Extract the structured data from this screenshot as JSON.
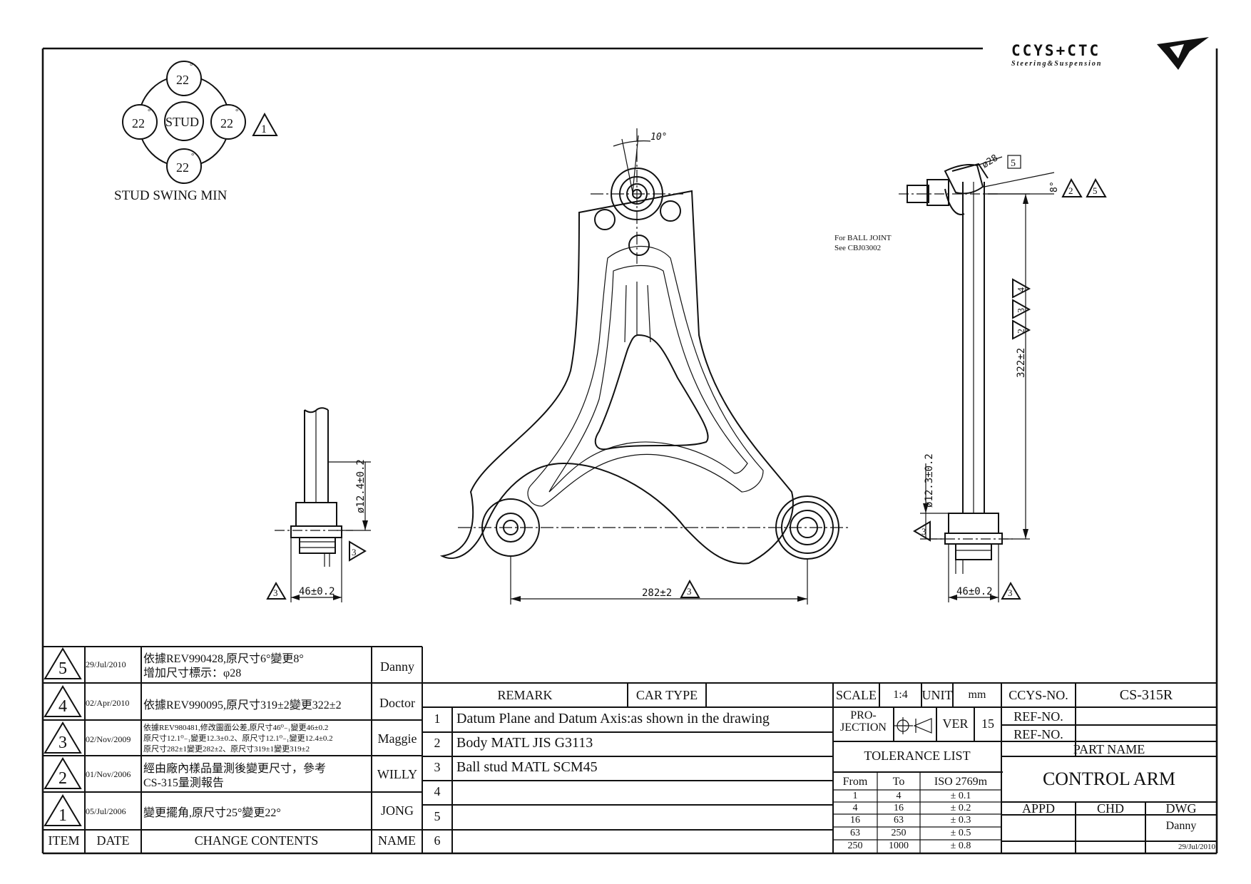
{
  "logo": {
    "brand": "CCYS+CTC",
    "tagline": "Steering&Suspension"
  },
  "swing": {
    "top": "22",
    "left": "22",
    "right": "22",
    "bottom": "22",
    "deg": "°",
    "center": "STUD",
    "title": "STUD SWING MIN",
    "rev_mark": "1"
  },
  "dims": {
    "angle": "10°",
    "left_dia": "ø12.4±0.2",
    "left_width": "46±0.2",
    "center_width": "282±2",
    "right_dia": "ø12.3±0.2",
    "right_width": "46±0.2",
    "ball_dia": "ø28",
    "ball_dia_rev": "5",
    "ball_angle": "8°",
    "ball_angle_rev1": "2",
    "ball_angle_rev2": "5",
    "height": "322±2",
    "height_rev1": "2",
    "height_rev2": "3",
    "height_rev3": "4",
    "rev3": "3"
  },
  "ball_joint_note": {
    "line1": "For BALL JOINT",
    "line2": "See CBJ03002"
  },
  "revisions": {
    "headers": {
      "item": "ITEM",
      "date": "DATE",
      "contents": "CHANGE CONTENTS",
      "name": "NAME"
    },
    "rows": [
      {
        "item": "5",
        "date": "29/Jul/2010",
        "line1": "依據REV990428,原尺寸6°變更8°",
        "line2": "增加尺寸標示：φ28",
        "line3": "",
        "name": "Danny"
      },
      {
        "item": "4",
        "date": "02/Apr/2010",
        "line1": "依據REV990095,原尺寸319±2變更322±2",
        "line2": "",
        "line3": "",
        "name": "Doctor"
      },
      {
        "item": "3",
        "date": "02/Nov/2009",
        "line1": "依據REV980481,修改圖面公差,原尺寸46⁰₋₁變更46±0.2",
        "line2": "原尺寸12.1⁰₋₁變更12.3±0.2、原尺寸12.1⁰₋₁變更12.4±0.2",
        "line3": "原尺寸282±1變更282±2、原尺寸319±1變更319±2",
        "name": "Maggie"
      },
      {
        "item": "2",
        "date": "01/Nov/2006",
        "line1": "經由廠內樣品量測後變更尺寸，參考",
        "line2": "CS-315量測報告",
        "line3": "",
        "name": "WILLY"
      },
      {
        "item": "1",
        "date": "05/Jul/2006",
        "line1": "變更擺角,原尺寸25°變更22°",
        "line2": "",
        "line3": "",
        "name": "JONG"
      }
    ]
  },
  "remarks": {
    "remark_label": "REMARK",
    "car_type_label": "CAR TYPE",
    "car_type_value": "",
    "rows": [
      {
        "no": "1",
        "text": "Datum Plane and Datum Axis:as shown in the drawing"
      },
      {
        "no": "2",
        "text": "Body MATL JIS G3113"
      },
      {
        "no": "3",
        "text": "Ball stud MATL SCM45"
      },
      {
        "no": "4",
        "text": ""
      },
      {
        "no": "5",
        "text": ""
      },
      {
        "no": "6",
        "text": ""
      }
    ]
  },
  "titleblock": {
    "scale_label": "SCALE",
    "scale_value": "1:4",
    "unit_label": "UNIT",
    "unit_value": "mm",
    "projection_label1": "PRO-",
    "projection_label2": "JECTION",
    "ver_label": "VER",
    "ver_value": "15",
    "ccys_label": "CCYS-NO.",
    "ccys_value": "CS-315R",
    "ref_label1": "REF-NO.",
    "ref_value1": "",
    "ref_label2": "REF-NO.",
    "ref_value2": "",
    "tolerance_title": "TOLERANCE LIST",
    "tol_headers": {
      "from": "From",
      "to": "To",
      "iso": "ISO 2769m"
    },
    "tolerances": [
      {
        "from": "1",
        "to": "4",
        "tol": "± 0.1"
      },
      {
        "from": "4",
        "to": "16",
        "tol": "± 0.2"
      },
      {
        "from": "16",
        "to": "63",
        "tol": "± 0.3"
      },
      {
        "from": "63",
        "to": "250",
        "tol": "± 0.5"
      },
      {
        "from": "250",
        "to": "1000",
        "tol": "± 0.8"
      }
    ],
    "part_name_label": "PART NAME",
    "part_name": "CONTROL ARM",
    "appd_label": "APPD",
    "chd_label": "CHD",
    "dwg_label": "DWG",
    "appd_value": "",
    "chd_value": "",
    "dwg_value": "Danny",
    "dwg_date": "29/Jul/2010"
  }
}
